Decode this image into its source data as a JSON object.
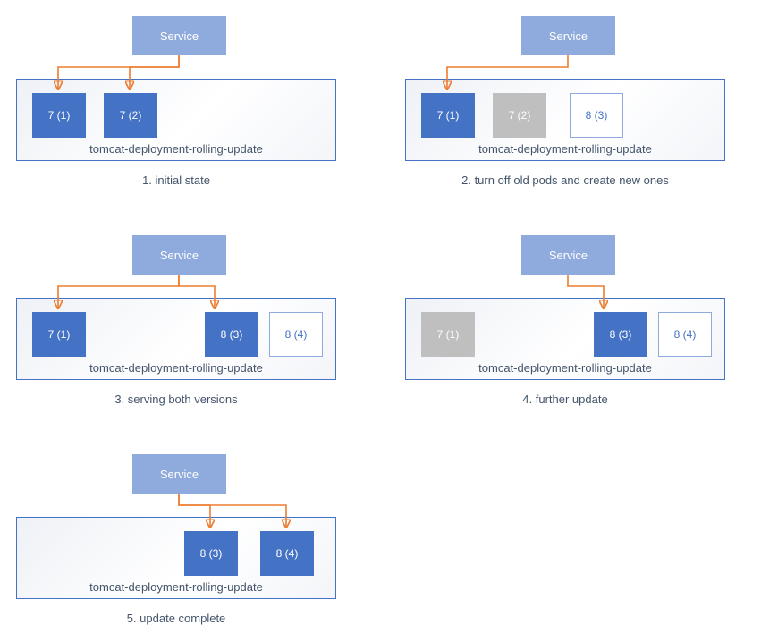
{
  "colors": {
    "service_fill": "#8FAADC",
    "pod_active": "#4472C4",
    "pod_stopped": "#BFBFBF",
    "pod_pending_border": "#8FAADC",
    "pod_pending_text": "#4472C4",
    "container_border": "#4472C4",
    "arrow": "#ED7D31",
    "text": "#44546A"
  },
  "panels": [
    {
      "caption": "1. initial state",
      "service": "Service",
      "deployment": "tomcat-deployment-rolling-update",
      "pods": [
        {
          "label": "7 (1)",
          "state": "active",
          "service_arrow": true
        },
        {
          "label": "7 (2)",
          "state": "active",
          "service_arrow": true
        }
      ]
    },
    {
      "caption": "2. turn off old pods and create new ones",
      "service": "Service",
      "deployment": "tomcat-deployment-rolling-update",
      "pods": [
        {
          "label": "7 (1)",
          "state": "active",
          "service_arrow": true
        },
        {
          "label": "7 (2)",
          "state": "stopped",
          "service_arrow": false
        },
        {
          "label": "8 (3)",
          "state": "pending",
          "service_arrow": false
        }
      ]
    },
    {
      "caption": "3. serving both versions",
      "service": "Service",
      "deployment": "tomcat-deployment-rolling-update",
      "pods": [
        {
          "label": "7 (1)",
          "state": "active",
          "service_arrow": true
        },
        {
          "label": "8 (3)",
          "state": "active",
          "service_arrow": true
        },
        {
          "label": "8 (4)",
          "state": "pending",
          "service_arrow": false
        }
      ]
    },
    {
      "caption": "4. further update",
      "service": "Service",
      "deployment": "tomcat-deployment-rolling-update",
      "pods": [
        {
          "label": "7 (1)",
          "state": "stopped",
          "service_arrow": false
        },
        {
          "label": "8 (3)",
          "state": "active",
          "service_arrow": true
        },
        {
          "label": "8 (4)",
          "state": "pending",
          "service_arrow": false
        }
      ]
    },
    {
      "caption": "5. update complete",
      "service": "Service",
      "deployment": "tomcat-deployment-rolling-update",
      "pods": [
        {
          "label": "8 (3)",
          "state": "active",
          "service_arrow": true
        },
        {
          "label": "8 (4)",
          "state": "active",
          "service_arrow": true
        }
      ]
    }
  ]
}
